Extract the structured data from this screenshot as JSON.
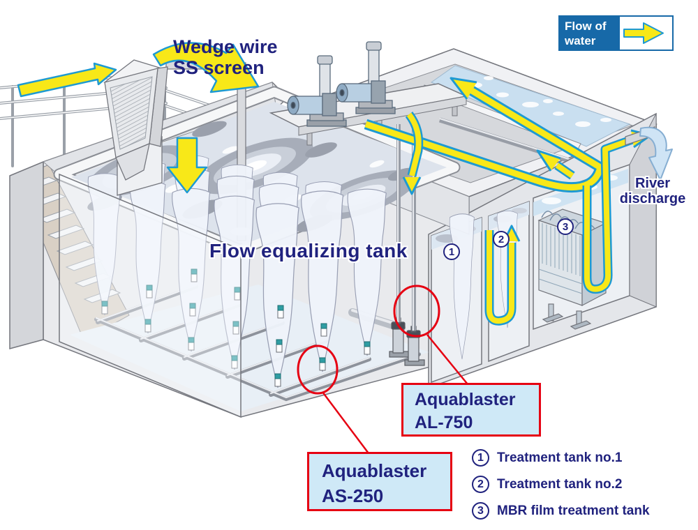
{
  "diagram": {
    "labels": {
      "wedge_wire_line1": "Wedge wire",
      "wedge_wire_line2": "SS screen",
      "flow_equalizing_tank": "Flow equalizing tank",
      "river_line1": "River",
      "river_line2": "discharge"
    },
    "flow_legend": {
      "line1": "Flow of",
      "line2": "water"
    },
    "callouts": {
      "al750_line1": "Aquablaster",
      "al750_line2": "AL-750",
      "as250_line1": "Aquablaster",
      "as250_line2": "AS-250"
    },
    "markers": {
      "tank1": "1",
      "tank2": "2",
      "mbr": "3"
    },
    "legend_items": [
      {
        "number": "1",
        "label": "Treatment tank no.1"
      },
      {
        "number": "2",
        "label": "Treatment tank no.2"
      },
      {
        "number": "3",
        "label": "MBR film treatment tank"
      }
    ],
    "colors": {
      "label_navy": "#20227e",
      "flow_arrow_yellow": "#f8e818",
      "flow_arrow_outline_blue": "#1e9ad2",
      "flow_legend_bg_blue": "#1769a8",
      "callout_bg_blue": "#cfe9f7",
      "callout_border_red": "#e60012",
      "nozzle_teal": "#2f9da3"
    }
  }
}
